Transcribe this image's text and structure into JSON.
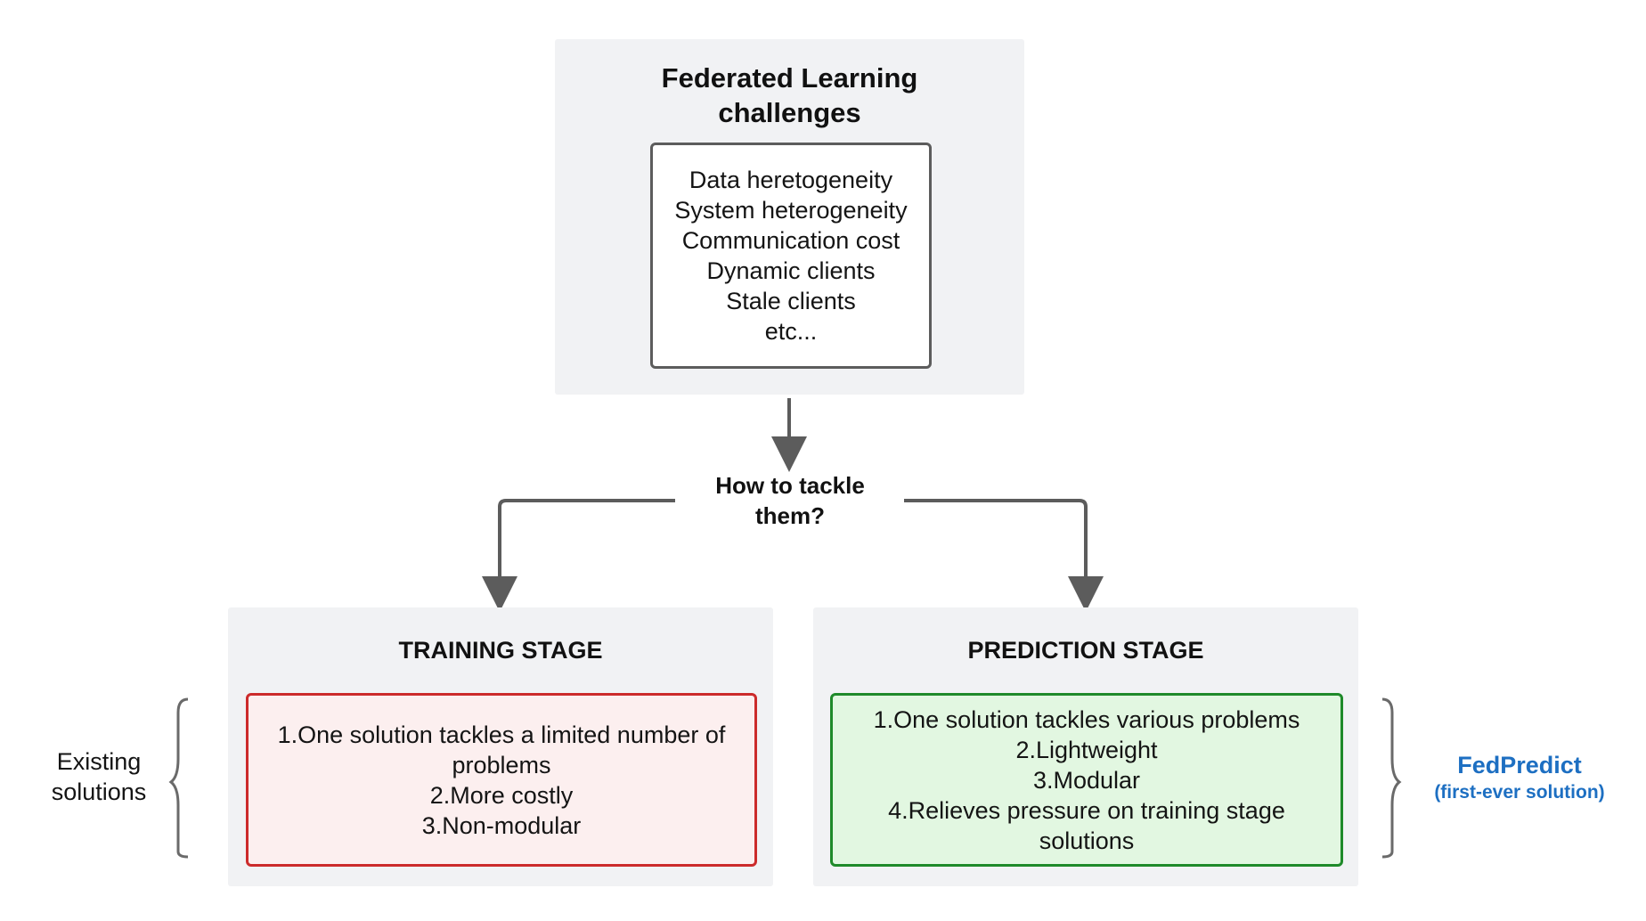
{
  "top_panel": {
    "title_lines": [
      "Federated Learning",
      "challenges"
    ],
    "challenges": [
      "Data heretogeneity",
      "System heterogeneity",
      "Communication cost",
      "Dynamic clients",
      "Stale clients",
      "etc..."
    ]
  },
  "question": {
    "lines": [
      "How to tackle",
      "them?"
    ]
  },
  "training_stage": {
    "title": "TRAINING STAGE",
    "items": [
      "1.One solution tackles a limited number of",
      "problems",
      "2.More costly",
      "3.Non-modular"
    ]
  },
  "prediction_stage": {
    "title": "PREDICTION STAGE",
    "items": [
      "1.One solution tackles various problems",
      "2.Lightweight",
      "3.Modular",
      "4.Relieves pressure on training stage",
      "solutions"
    ]
  },
  "left_label": {
    "lines": [
      "Existing",
      "solutions"
    ]
  },
  "right_label": {
    "name": "FedPredict",
    "note": "(first-ever solution)"
  },
  "colors": {
    "panel_bg": "#f1f2f4",
    "connector": "#5c5c5c",
    "training_border": "#cc2b2b",
    "training_fill": "#fcefef",
    "prediction_border": "#1f8a2a",
    "prediction_fill": "#e2f7e1",
    "fedpredict_blue": "#1d6fc2"
  }
}
